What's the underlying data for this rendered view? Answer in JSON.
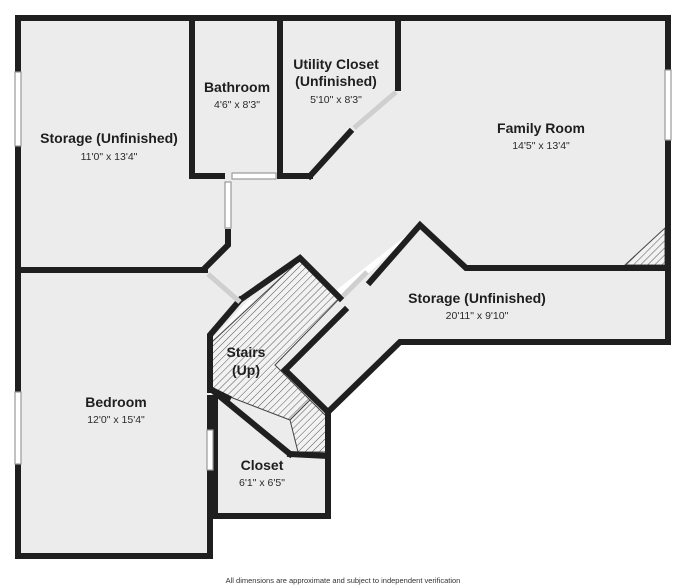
{
  "rooms": {
    "storage_left": {
      "name": "Storage (Unfinished)",
      "dims": "11'0\" x 13'4\""
    },
    "bathroom": {
      "name": "Bathroom",
      "dims": "4'6\" x 8'3\""
    },
    "utility_closet": {
      "name_line1": "Utility Closet",
      "name_line2": "(Unfinished)",
      "dims": "5'10\" x 8'3\""
    },
    "family_room": {
      "name": "Family Room",
      "dims": "14'5\" x 13'4\""
    },
    "storage_right": {
      "name": "Storage (Unfinished)",
      "dims": "20'11\" x 9'10\""
    },
    "stairs": {
      "name_line1": "Stairs",
      "name_line2": "(Up)"
    },
    "bedroom": {
      "name": "Bedroom",
      "dims": "12'0\" x 15'4\""
    },
    "closet": {
      "name": "Closet",
      "dims": "6'1\" x 6'5\""
    }
  },
  "footer": {
    "disclaimer": "All dimensions are approximate and subject to independent verification"
  },
  "colors": {
    "wall": "#1f1f1f",
    "floor": "#ececec",
    "background": "#ffffff"
  }
}
